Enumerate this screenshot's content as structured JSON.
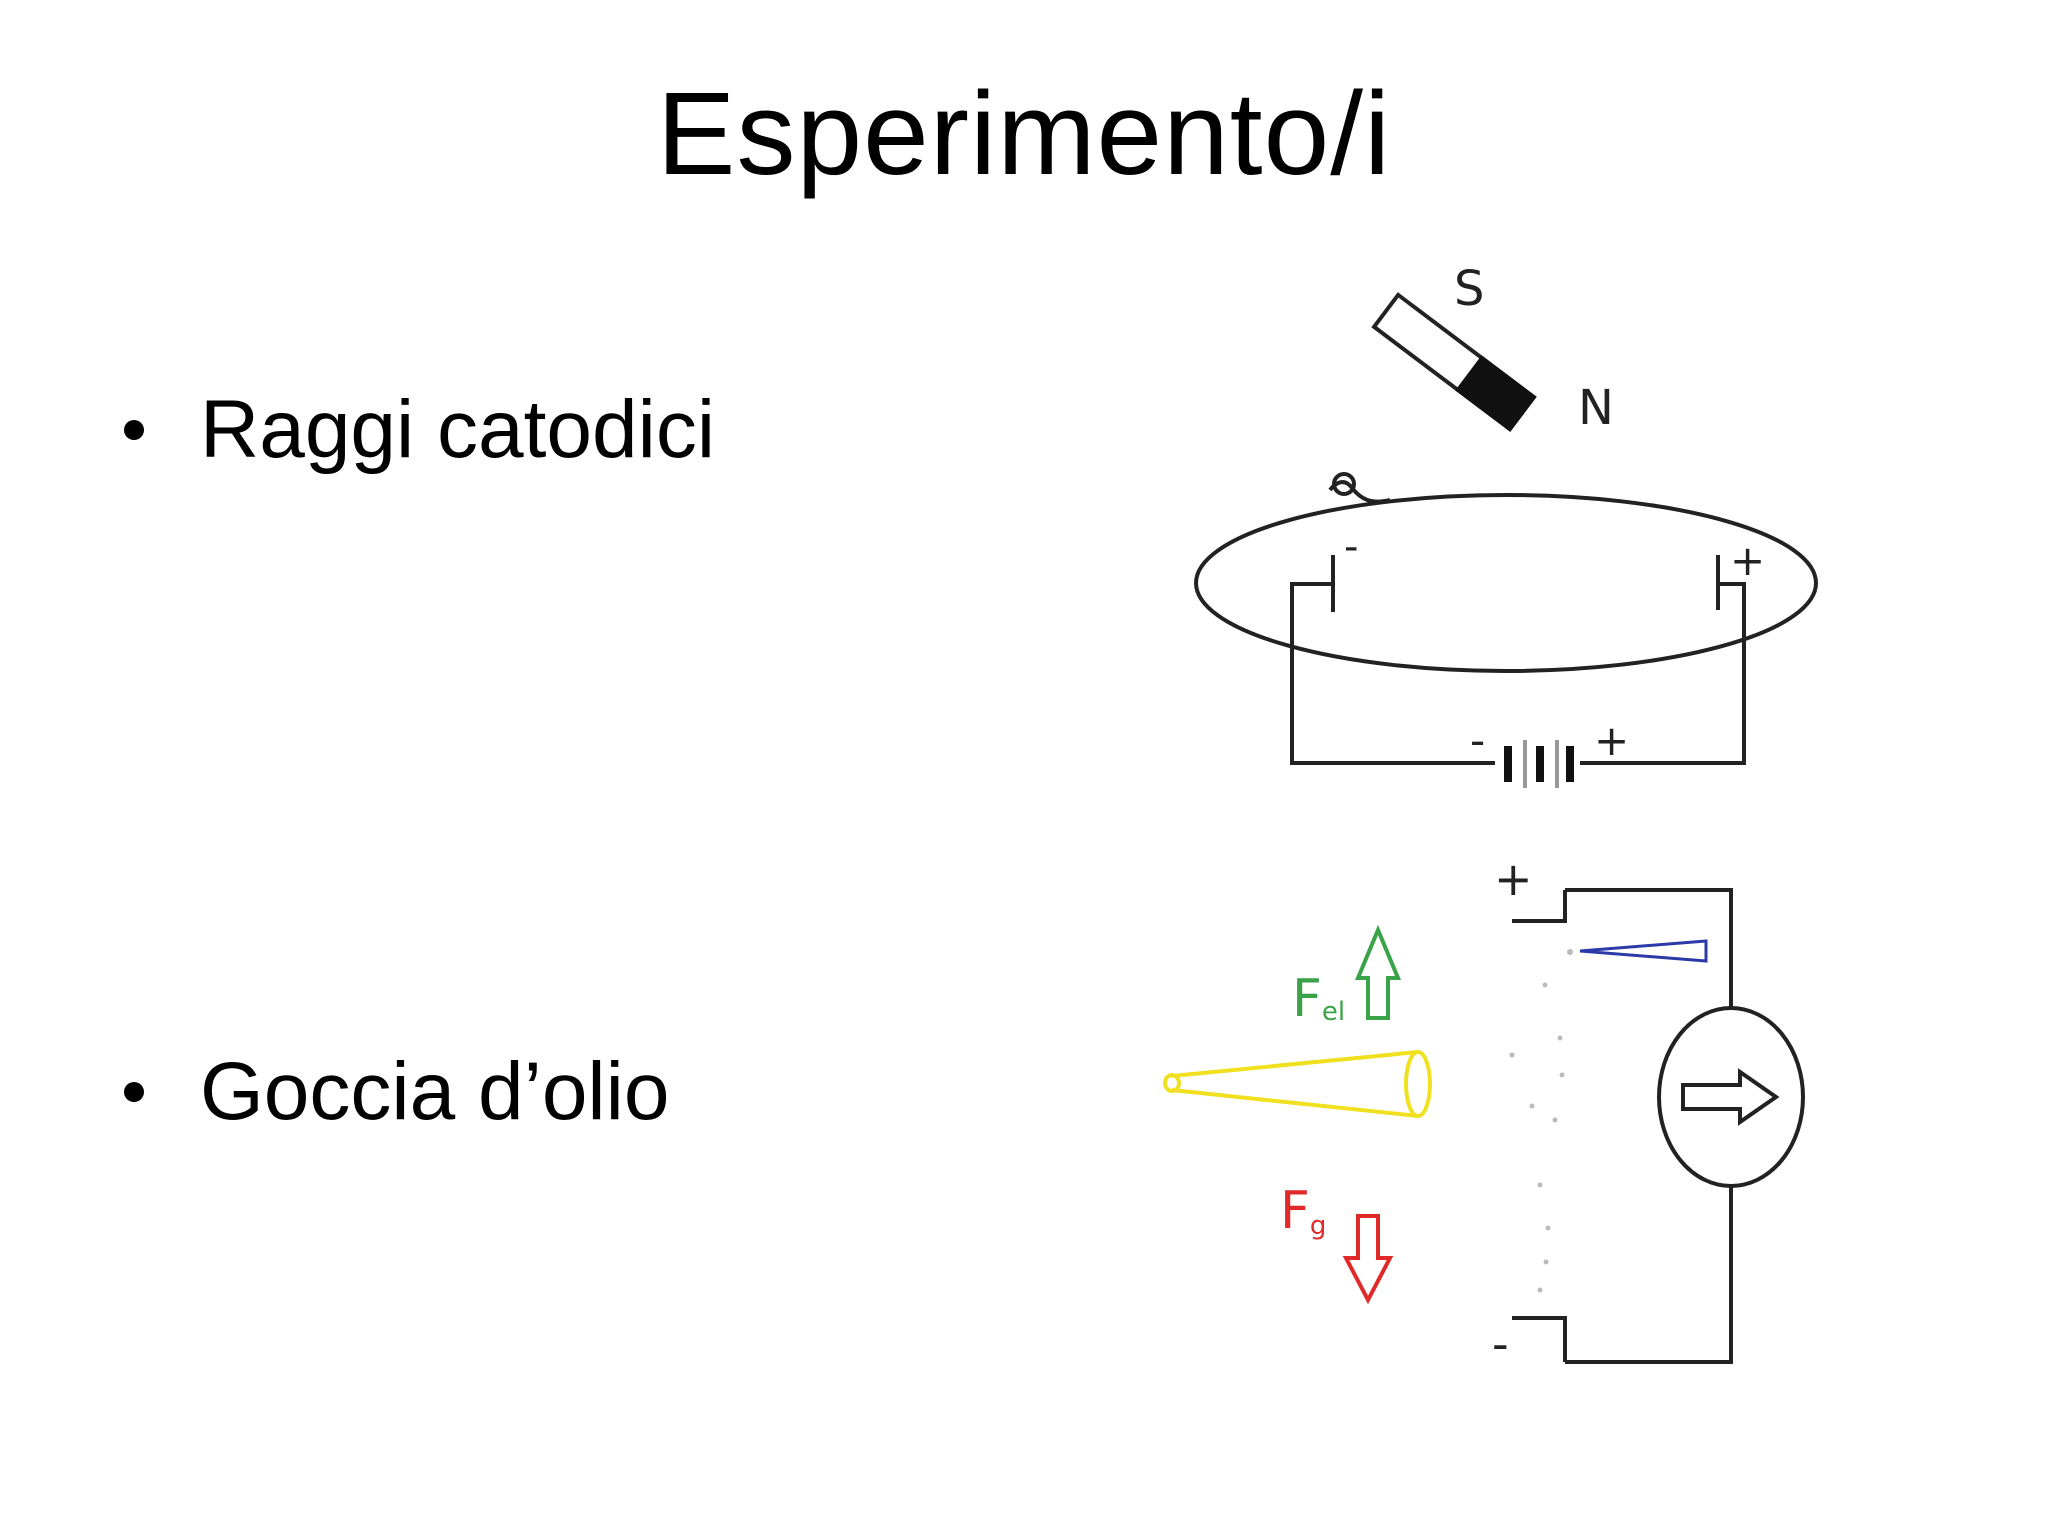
{
  "slide": {
    "title": "Esperimento/i",
    "bullets": [
      {
        "label": "Raggi catodici"
      },
      {
        "label": "Goccia d’olio"
      }
    ]
  },
  "cathode_ray_diagram": {
    "magnet_south_label": "S",
    "magnet_north_label": "N",
    "cathode_label": "-",
    "anode_label": "+",
    "battery_negative_label": "-",
    "battery_positive_label": "+"
  },
  "oil_drop_diagram": {
    "top_plate_label": "+",
    "bottom_plate_label": "-",
    "electric_force_label": "F",
    "electric_force_subscript": "el",
    "gravity_force_label": "F",
    "gravity_force_subscript": "g",
    "colors": {
      "electric_force": "#3aa34a",
      "gravity_force": "#e02a2a",
      "light_beam": "#f0e020",
      "microscope": "#2a3aa8"
    }
  }
}
